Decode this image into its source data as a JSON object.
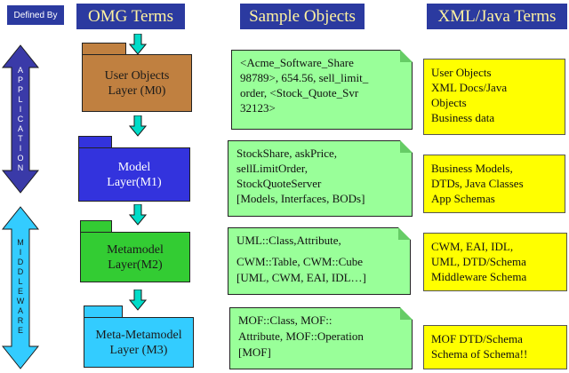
{
  "headers": {
    "defined_by": "Defined By",
    "omg_terms": "OMG Terms",
    "sample_objects": "Sample Objects",
    "xml_java_terms": "XML/Java Terms"
  },
  "side_labels": {
    "application": "APPLICATION",
    "middleware": "MIDDLEWARE"
  },
  "layers": [
    {
      "label": "User Objects\nLayer (M0)",
      "color": "#c08040"
    },
    {
      "label": "Model\nLayer(M1)",
      "color": "#3333dd"
    },
    {
      "label": "Metamodel\nLayer(M2)",
      "color": "#33cc33"
    },
    {
      "label": "Meta-Metamodel\nLayer (M3)",
      "color": "#33ccff"
    }
  ],
  "samples": [
    [
      "<Acme_Software_Share",
      "98789>, 654.56, sell_limit_",
      "order, <Stock_Quote_Svr",
      "32123>"
    ],
    [
      "StockShare, askPrice,",
      "sellLimitOrder,",
      "StockQuoteServer",
      "[Models, Interfaces, BODs]"
    ],
    [
      "UML::Class,Attribute,",
      "CWM::Table, CWM::Cube",
      "[UML, CWM, EAI, IDL…]"
    ],
    [
      "MOF::Class, MOF::",
      "Attribute, MOF::Operation",
      "[MOF]"
    ]
  ],
  "terms": [
    [
      "User Objects",
      "XML Docs/Java",
      "Objects",
      "Business data"
    ],
    [
      "Business Models,",
      "DTDs, Java Classes",
      "App Schemas"
    ],
    [
      "CWM, EAI, IDL,",
      "UML, DTD/Schema",
      "Middleware Schema"
    ],
    [
      "MOF DTD/Schema",
      "Schema of Schema!!"
    ]
  ],
  "colors": {
    "header_bg": "#2b3aa0",
    "header_text": "#fff3a0",
    "arrow_teal": "#00dcc8",
    "application_arrow": "#3a3aa8",
    "middleware_arrow": "#33ccff",
    "sample_bg": "#99ff99",
    "term_bg": "#ffff00"
  },
  "icons": {
    "down_arrow": "teal-down-arrow-icon",
    "double_arrow": "double-headed-vertical-arrow-icon"
  }
}
